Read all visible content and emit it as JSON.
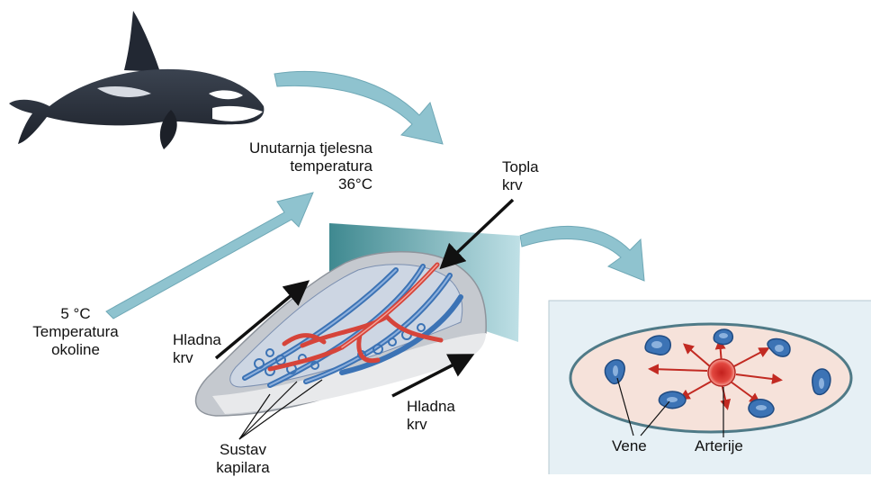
{
  "labels": {
    "core_temp": [
      "Unutarnja tjelesna",
      "temperatura",
      "36°C"
    ],
    "ambient_temp": [
      "5 °C",
      "Temperatura",
      "okoline"
    ],
    "warm_blood": [
      "Topla",
      "krv"
    ],
    "cold_blood_left": [
      "Hladna",
      "krv"
    ],
    "cold_blood_right": [
      "Hladna",
      "krv"
    ],
    "capillary_system": [
      "Sustav",
      "kapilara"
    ],
    "veins": "Vene",
    "arteries": "Arterije"
  },
  "colors": {
    "arrow_teal": "#8fc3cf",
    "panel_teal": "#4d959c",
    "artery_red": "#d6443a",
    "vein_blue": "#3c73b5",
    "section_bg": "#e6f0f5",
    "section_fill": "#f6e2da"
  }
}
